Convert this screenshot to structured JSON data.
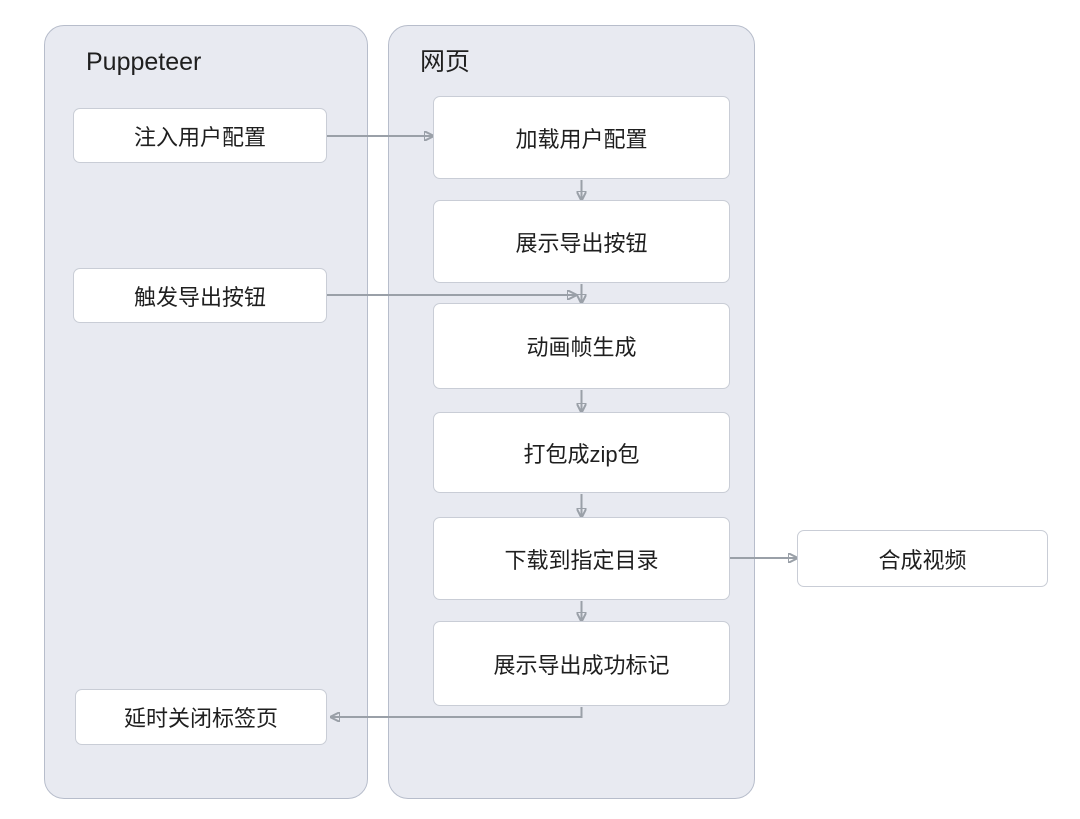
{
  "diagram": {
    "puppeteer": {
      "title": "Puppeteer",
      "nodes": [
        "注入用户配置",
        "触发导出按钮",
        "延时关闭标签页"
      ]
    },
    "webpage": {
      "title": "网页",
      "nodes": [
        "加载用户配置",
        "展示导出按钮",
        "动画帧生成",
        "打包成zip包",
        "下载到指定目录",
        "展示导出成功标记"
      ]
    },
    "external": {
      "nodes": [
        "合成视频"
      ]
    },
    "edges": [
      {
        "from": "注入用户配置",
        "to": "加载用户配置"
      },
      {
        "from": "加载用户配置",
        "to": "展示导出按钮"
      },
      {
        "from": "触发导出按钮",
        "to": "展示导出按钮/动画帧生成连接点"
      },
      {
        "from": "展示导出按钮",
        "to": "动画帧生成"
      },
      {
        "from": "动画帧生成",
        "to": "打包成zip包"
      },
      {
        "from": "打包成zip包",
        "to": "下载到指定目录"
      },
      {
        "from": "下载到指定目录",
        "to": "展示导出成功标记"
      },
      {
        "from": "下载到指定目录",
        "to": "合成视频"
      },
      {
        "from": "展示导出成功标记",
        "to": "延时关闭标签页"
      }
    ],
    "colors": {
      "container_fill": "#e8eaf1",
      "container_border": "#b7bdcb",
      "node_fill": "#ffffff",
      "node_border": "#c9cdd6",
      "arrow": "#9aa0a8",
      "text": "#1f1f1f"
    }
  }
}
